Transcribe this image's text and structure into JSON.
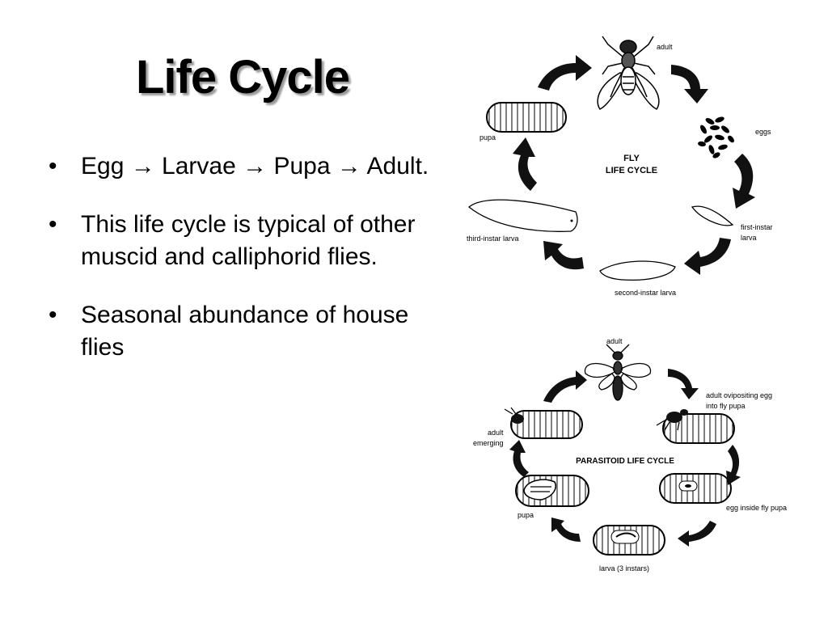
{
  "slide": {
    "title": "Life Cycle",
    "bullets": [
      "Egg → Larvae → Pupa → Adult.",
      "This life cycle is typical of other muscid and calliphorid flies.",
      "Seasonal abundance of house flies"
    ]
  },
  "fly_cycle": {
    "title_line1": "FLY",
    "title_line2": "LIFE CYCLE",
    "labels": {
      "adult": "adult",
      "eggs": "eggs",
      "first_instar_1": "first-instar",
      "first_instar_2": "larva",
      "second_instar": "second-instar larva",
      "third_instar": "third-instar larva",
      "pupa": "pupa"
    }
  },
  "parasitoid_cycle": {
    "title": "PARASITOID LIFE CYCLE",
    "labels": {
      "adult": "adult",
      "ovipositing_1": "adult ovipositing egg",
      "ovipositing_2": "into fly pupa",
      "egg_inside": "egg inside fly pupa",
      "larva": "larva (3 instars)",
      "pupa": "pupa",
      "emerging_1": "adult",
      "emerging_2": "emerging"
    }
  }
}
